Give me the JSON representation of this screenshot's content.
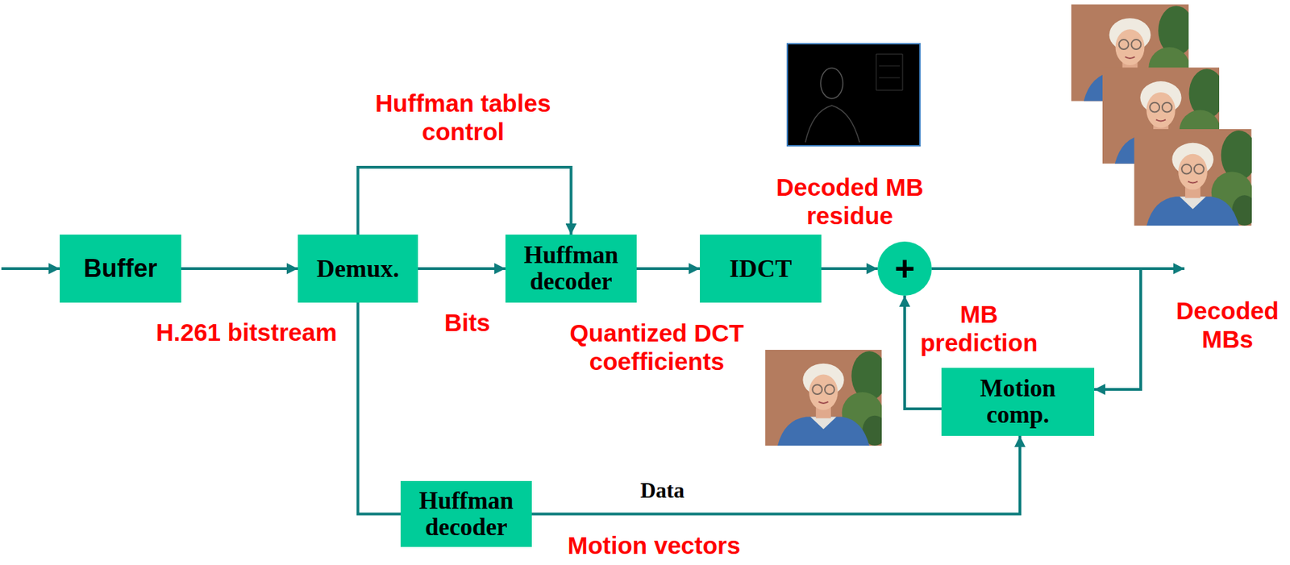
{
  "diagram": {
    "nodes": [
      {
        "text": [
          "Buffer"
        ]
      },
      {
        "text": [
          "Demux."
        ]
      },
      {
        "text": [
          "Huffman decoder"
        ]
      },
      {
        "text": [
          "IDCT"
        ]
      },
      {
        "text": [
          "+"
        ]
      },
      {
        "text": [
          "Motion comp."
        ]
      },
      {
        "text": [
          "Huffman decoder"
        ]
      }
    ],
    "edges": [
      {
        "from": 0,
        "to": 1,
        "arrow": "to"
      },
      {
        "from": 1,
        "to": 2,
        "label": "Bits",
        "arrow": "to"
      },
      {
        "from": 1,
        "to": 2,
        "label": "Huffman tables control",
        "arrow": "to"
      },
      {
        "from": 2,
        "to": 3,
        "label": "Quantized DCT coefficients",
        "arrow": "to"
      },
      {
        "from": 3,
        "to": 4,
        "label": "Decoded MB residue",
        "arrow": "to"
      },
      {
        "from": 5,
        "to": 4,
        "label": "MB prediction",
        "arrow": "to"
      },
      {
        "from": 4,
        "to": 5,
        "arrow": "to"
      },
      {
        "from": 1,
        "to": 6,
        "arrow": "none"
      },
      {
        "from": 6,
        "to": 5,
        "label": "Motion vectors",
        "arrow": "to"
      }
    ],
    "labels": [
      "H.261 bitstream",
      "Data",
      "Decoded MBs"
    ]
  }
}
